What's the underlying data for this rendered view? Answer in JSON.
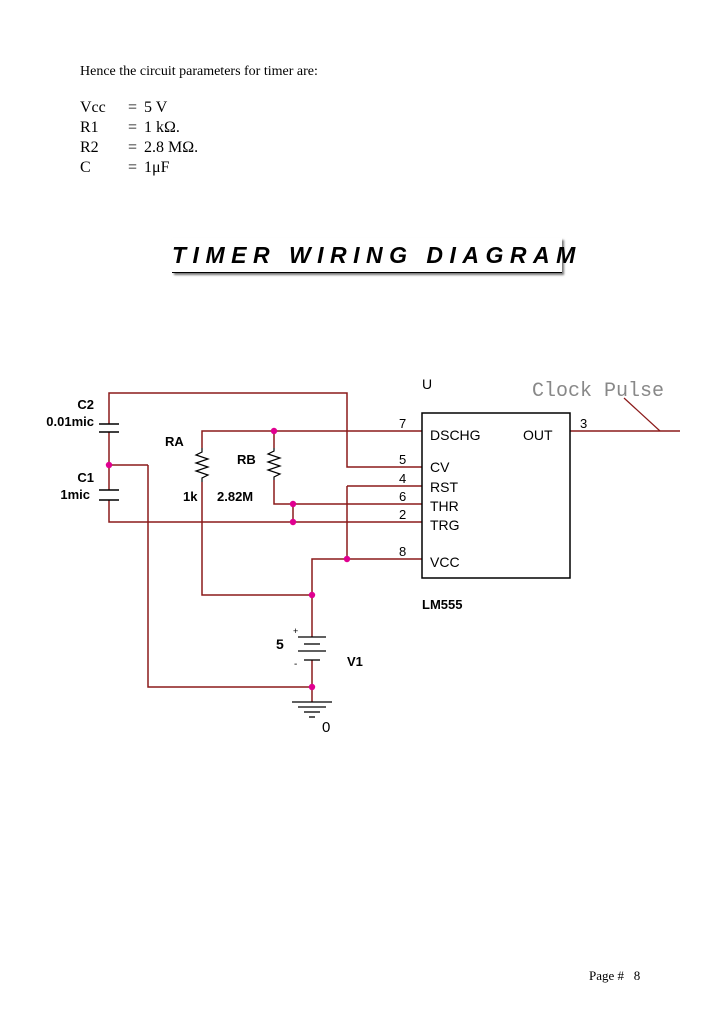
{
  "intro": "Hence the circuit parameters for timer are:",
  "parameters": [
    {
      "name": "Vcc",
      "eq": "=",
      "value": "5  V"
    },
    {
      "name": "R1",
      "eq": "=",
      "value": "1 kΩ."
    },
    {
      "name": "R2",
      "eq": "=",
      "value": "2.8  MΩ."
    },
    {
      "name": "C",
      "eq": "=",
      "value": "1μF"
    }
  ],
  "title": "TIMER WIRING DIAGRAM",
  "circuit": {
    "ic": {
      "ref": "U",
      "part": "LM555",
      "pins": {
        "dschg": "DSCHG",
        "out": "OUT",
        "cv": "CV",
        "rst": "RST",
        "thr": "THR",
        "trg": "TRG",
        "vcc": "VCC"
      },
      "pin_numbers": {
        "dschg": "7",
        "out": "3",
        "cv": "5",
        "rst": "4",
        "thr": "6",
        "trg": "2",
        "vcc": "8"
      }
    },
    "c2": {
      "ref": "C2",
      "value": "0.01mic"
    },
    "c1": {
      "ref": "C1",
      "value": "1mic"
    },
    "ra": {
      "ref": "RA",
      "value": "1k"
    },
    "rb": {
      "ref": "RB",
      "value": "2.82M"
    },
    "v1": {
      "ref": "V1",
      "value": "5",
      "plus": "+",
      "minus": "-"
    },
    "ground": {
      "label": "0"
    },
    "output_label": "Clock Pulse",
    "colors": {
      "wire": "#8b1a1a",
      "node": "#e00090",
      "body": "#000000"
    }
  },
  "footer": {
    "page_label": "Page #",
    "page_number": "8"
  }
}
